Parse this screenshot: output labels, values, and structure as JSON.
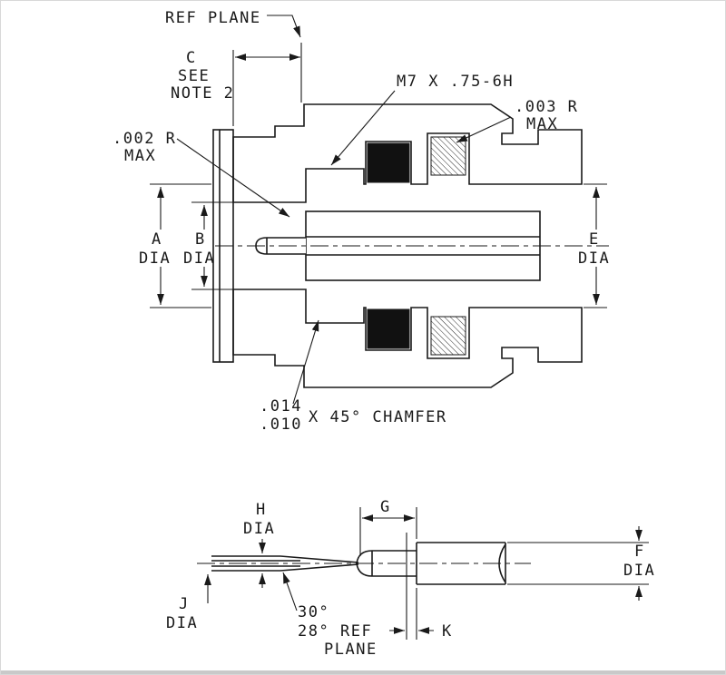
{
  "main_view": {
    "ref_plane": "REF PLANE",
    "dim_c": "C",
    "see": "SEE",
    "note": "NOTE 2",
    "thread_callout": "M7 X .75-6H",
    "radius_right": ".003 R",
    "radius_right_max": "MAX",
    "radius_left": ".002 R",
    "radius_left_max": "MAX",
    "dim_a": "A",
    "dim_a_dia": "DIA",
    "dim_b": "B",
    "dim_b_dia": "DIA",
    "dim_e": "E",
    "dim_e_dia": "DIA",
    "chamfer_upper": ".014",
    "chamfer_lower": ".010",
    "chamfer_label": "X 45° CHAMFER"
  },
  "detail_view": {
    "dim_h": "H",
    "dim_h_dia": "DIA",
    "dim_g": "G",
    "dim_f": "F",
    "dim_f_dia": "DIA",
    "dim_j": "J",
    "dim_j_dia": "DIA",
    "angle_30": "30°",
    "angle_28": "28°",
    "ref": "REF",
    "plane": "PLANE",
    "dim_k": "K"
  },
  "colors": {
    "line": "#1a1a1a",
    "background": "#ffffff",
    "gasket": "#111111",
    "border_strip": "#c9c9c9"
  }
}
